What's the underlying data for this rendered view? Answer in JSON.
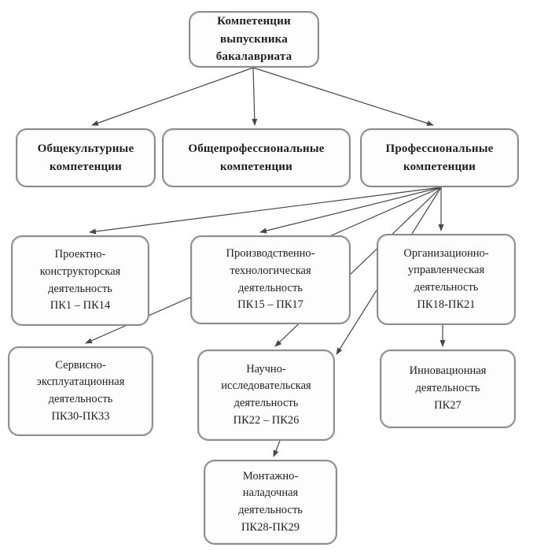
{
  "colors": {
    "background": "#ffffff",
    "node_border": "#8d8d8d",
    "arrow": "#474747",
    "text": "#1f1f1f"
  },
  "diagram": {
    "title": "Компетенции выпускника бакалавриата",
    "nodes": {
      "graduate": {
        "label": "Компетенции\nвыпускника\nбакалавриата"
      },
      "general_cultural": {
        "label": "Общекультурные\nкомпетенции"
      },
      "general_professional": {
        "label": "Общепрофессиональные\nкомпетенции"
      },
      "professional": {
        "label": "Профессиональные\nкомпетенции"
      },
      "design": {
        "label": "Проектно-\nконструкторская\nдеятельность\nПК1 – ПК14"
      },
      "production": {
        "label": "Производственно-\nтехнологическая\nдеятельность\nПК15 – ПК17"
      },
      "organizational": {
        "label": "Организационно-\nуправленческая\nдеятельность\nПК18-ПК21"
      },
      "service": {
        "label": "Сервисно-\nэксплуатационная\nдеятельность\nПК30-ПК33"
      },
      "research": {
        "label": "Научно-\nисследовательская\nдеятельность\nПК22 – ПК26"
      },
      "innovation": {
        "label": "Инновационная\nдеятельность\nПК27"
      },
      "installation": {
        "label": "Монтажно-\nналадочная\nдеятельность\nПК28-ПК29"
      }
    },
    "edges": [
      {
        "from": "graduate",
        "to": "general_cultural"
      },
      {
        "from": "graduate",
        "to": "general_professional"
      },
      {
        "from": "graduate",
        "to": "professional"
      },
      {
        "from": "professional",
        "to": "design"
      },
      {
        "from": "professional",
        "to": "production"
      },
      {
        "from": "professional",
        "to": "organizational"
      },
      {
        "from": "professional",
        "to": "service"
      },
      {
        "from": "professional",
        "to": "research"
      },
      {
        "from": "organizational",
        "to": "innovation"
      },
      {
        "from": "research",
        "to": "installation"
      }
    ]
  }
}
